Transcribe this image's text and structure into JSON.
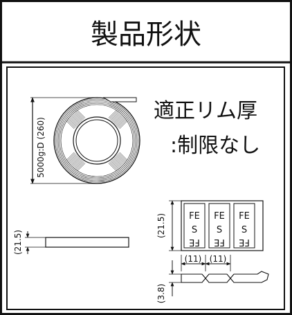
{
  "header": {
    "title": "製品形状"
  },
  "spec": {
    "rim_line1": "適正リム厚",
    "rim_line2": ":制限なし"
  },
  "reel": {
    "dimension_label": "5000g:D (260)"
  },
  "side_view": {
    "thickness_label": "(21.5)"
  },
  "detail": {
    "height_label": "(21.5)",
    "pitch_label_1": "(11)",
    "pitch_label_2": "(11)",
    "depth_label": "(3.8)",
    "mark_top": "FE",
    "mark_mid": "S",
    "mark_bottom": "FE"
  },
  "colors": {
    "line": "#111111",
    "background": "#ffffff"
  }
}
